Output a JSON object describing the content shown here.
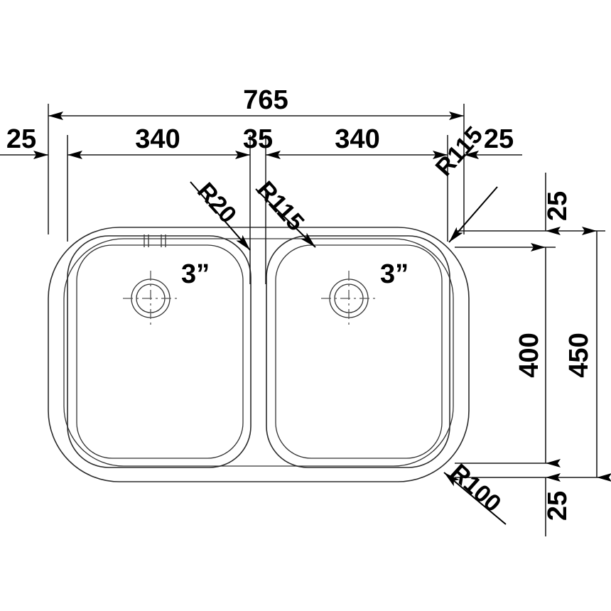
{
  "drawing": {
    "title": "Double bowl undermount sink dimensioned drawing",
    "units": "mm",
    "line_color": "#1a1a1a",
    "outline_color": "#2b2b2b"
  },
  "dimensions": {
    "overall_width": "765",
    "left_margin": "25",
    "right_margin": "25",
    "left_bowl_width": "340",
    "center_divider": "35",
    "right_bowl_width": "340",
    "overall_depth": "450",
    "bowl_depth": "400",
    "top_margin": "25",
    "bottom_margin": "25"
  },
  "radii": {
    "r20": "R20",
    "r115_left": "R115",
    "r115_right": "R115",
    "r100": "R100"
  },
  "callouts": {
    "drain_left": "3”",
    "drain_right": "3”"
  }
}
